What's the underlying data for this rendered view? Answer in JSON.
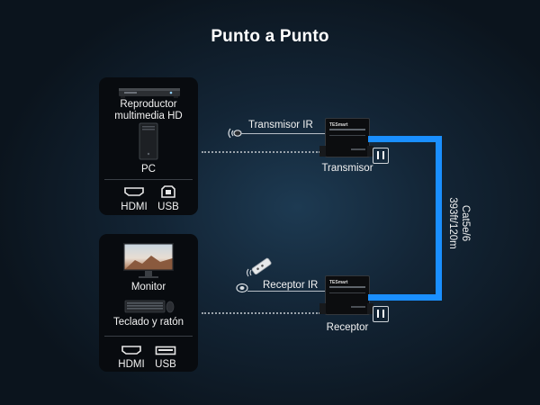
{
  "title": "Punto a Punto",
  "source_panel": {
    "media_player_label": "Reproductor multimedia HD",
    "pc_label": "PC",
    "ports": [
      "HDMI",
      "USB"
    ]
  },
  "sink_panel": {
    "monitor_label": "Monitor",
    "keyboard_label": "Teclado y ratón",
    "ports": [
      "HDMI",
      "USB"
    ]
  },
  "transmitter": {
    "ir_label": "Transmisor IR",
    "device_label": "Transmisor",
    "brand": "TESmart"
  },
  "receiver": {
    "ir_label": "Receptor IR",
    "device_label": "Receptor",
    "brand": "TESmart"
  },
  "cable": {
    "type_label": "Cat5e/6",
    "length_label": "393ft/120m",
    "color": "#1a8fff"
  }
}
